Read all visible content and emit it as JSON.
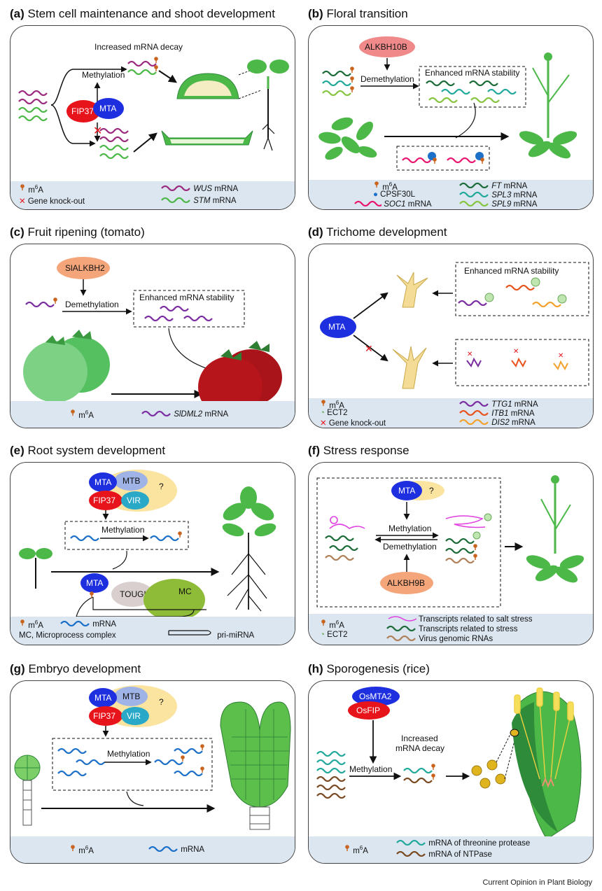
{
  "panels": {
    "a": {
      "letter": "(a)",
      "title": "Stem cell maintenance and shoot development",
      "labels": {
        "decay": "Increased mRNA decay",
        "methylation": "Methylation",
        "fip37": "FIP37",
        "mta": "MTA"
      },
      "legend": {
        "m6a_pre": "m",
        "m6a_sup": "6",
        "m6a_post": "A",
        "ko": "Gene knock-out",
        "gene1": "WUS",
        "gene2": "STM",
        "mrna": "mRNA"
      }
    },
    "b": {
      "letter": "(b)",
      "title": "Floral transition",
      "labels": {
        "enzyme": "ALKBH10B",
        "demethylation": "Demethylation",
        "stability": "Enhanced mRNA stability"
      },
      "legend": {
        "m6a_pre": "m",
        "m6a_sup": "6",
        "m6a_post": "A",
        "cpsf": "CPSF30L",
        "soc1": "SOC1",
        "ft": "FT",
        "spl3": "SPL3",
        "spl9": "SPL9",
        "mrna": "mRNA"
      }
    },
    "c": {
      "letter": "(c)",
      "title": "Fruit ripening (tomato)",
      "labels": {
        "enzyme": "SlALKBH2",
        "demethylation": "Demethylation",
        "stability": "Enhanced mRNA stability"
      },
      "legend": {
        "m6a_pre": "m",
        "m6a_sup": "6",
        "m6a_post": "A",
        "gene": "SlDML2",
        "mrna": "mRNA"
      }
    },
    "d": {
      "letter": "(d)",
      "title": "Trichome development",
      "labels": {
        "mta": "MTA",
        "stability": "Enhanced mRNA stability"
      },
      "legend": {
        "m6a_pre": "m",
        "m6a_sup": "6",
        "m6a_post": "A",
        "ect2": "ECT2",
        "ko": "Gene knock-out",
        "ttg1": "TTG1",
        "itb1": "ITB1",
        "dis2": "DIS2",
        "mrna": "mRNA"
      }
    },
    "e": {
      "letter": "(e)",
      "title": "Root system development",
      "labels": {
        "mta": "MTA",
        "mtb": "MTB",
        "q": "?",
        "fip37": "FIP37",
        "vir": "VIR",
        "methylation": "Methylation",
        "tough": "TOUGH",
        "mc": "MC"
      },
      "legend": {
        "m6a_pre": "m",
        "m6a_sup": "6",
        "m6a_post": "A",
        "mrna": "mRNA",
        "mc": "MC, Microprocess complex",
        "pri": "pri-miRNA"
      }
    },
    "f": {
      "letter": "(f)",
      "title": "Stress response",
      "labels": {
        "mta": "MTA",
        "q": "?",
        "methylation": "Methylation",
        "demethylation": "Demethylation",
        "enzyme": "ALKBH9B"
      },
      "legend": {
        "m6a_pre": "m",
        "m6a_sup": "6",
        "m6a_post": "A",
        "ect2": "ECT2",
        "salt": "Transcripts related to salt stress",
        "stress": "Transcripts related to stress",
        "virus": "Virus genomic RNAs"
      }
    },
    "g": {
      "letter": "(g)",
      "title": "Embryo development",
      "labels": {
        "mta": "MTA",
        "mtb": "MTB",
        "q": "?",
        "fip37": "FIP37",
        "vir": "VIR",
        "methylation": "Methylation"
      },
      "legend": {
        "m6a_pre": "m",
        "m6a_sup": "6",
        "m6a_post": "A",
        "mrna": "mRNA"
      }
    },
    "h": {
      "letter": "(h)",
      "title": "Sporogenesis (rice)",
      "labels": {
        "osmta2": "OsMTA2",
        "osfip": "OsFIP",
        "decay1": "Increased",
        "decay2": "mRNA decay",
        "methylation": "Methylation"
      },
      "legend": {
        "m6a_pre": "m",
        "m6a_sup": "6",
        "m6a_post": "A",
        "protease": "mRNA of threonine protease",
        "ntpase": "mRNA of NTPase"
      }
    }
  },
  "credit": "Current Opinion in Plant Biology",
  "colors": {
    "purple_red": "#9b2b7e",
    "green": "#4cb848",
    "teal": "#22a99b",
    "lime": "#86c540",
    "dkgreen": "#1d6b39",
    "m6a": "#c8641e",
    "blue": "#1c70c8",
    "orange": "#e67e22",
    "brown": "#8a5a2b",
    "legend_bg": "#dbe6f1"
  }
}
